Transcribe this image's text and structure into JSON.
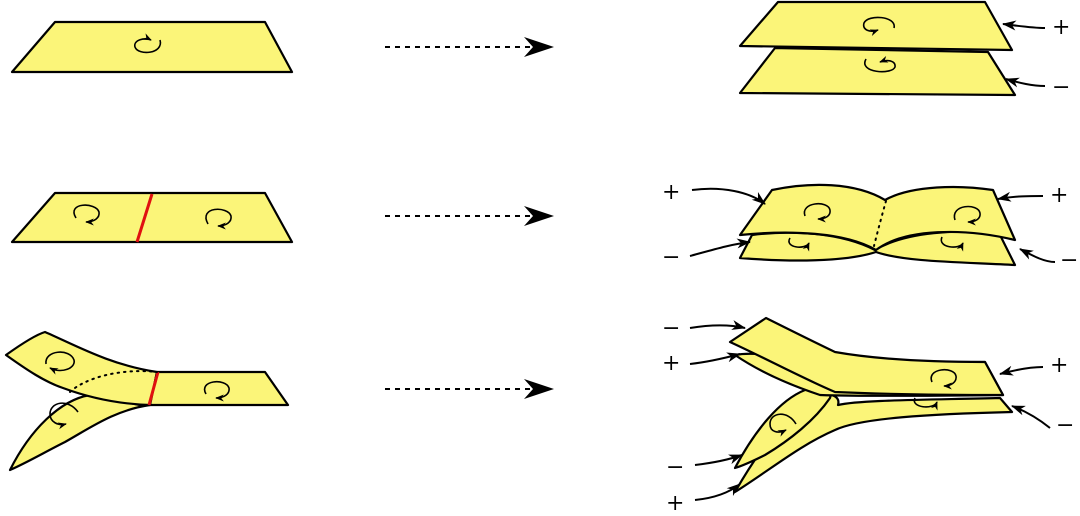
{
  "colors": {
    "sheet_fill": "#fbf579",
    "outline": "#000000",
    "seam": "#e01010"
  },
  "rows": [
    {
      "name": "single-sheet",
      "right_labels": [
        "+",
        "−"
      ]
    },
    {
      "name": "two-faces-joined-along-edge",
      "left_labels": [
        "+",
        "−"
      ],
      "right_labels": [
        "+",
        "−"
      ]
    },
    {
      "name": "three-faces-joined-along-edge",
      "left_labels": [
        "−",
        "+",
        "−",
        "+"
      ],
      "right_labels": [
        "+",
        "−"
      ]
    }
  ],
  "icons": [
    "orientation-circle-icon",
    "dashed-arrow-icon",
    "pointer-arrow-icon"
  ]
}
